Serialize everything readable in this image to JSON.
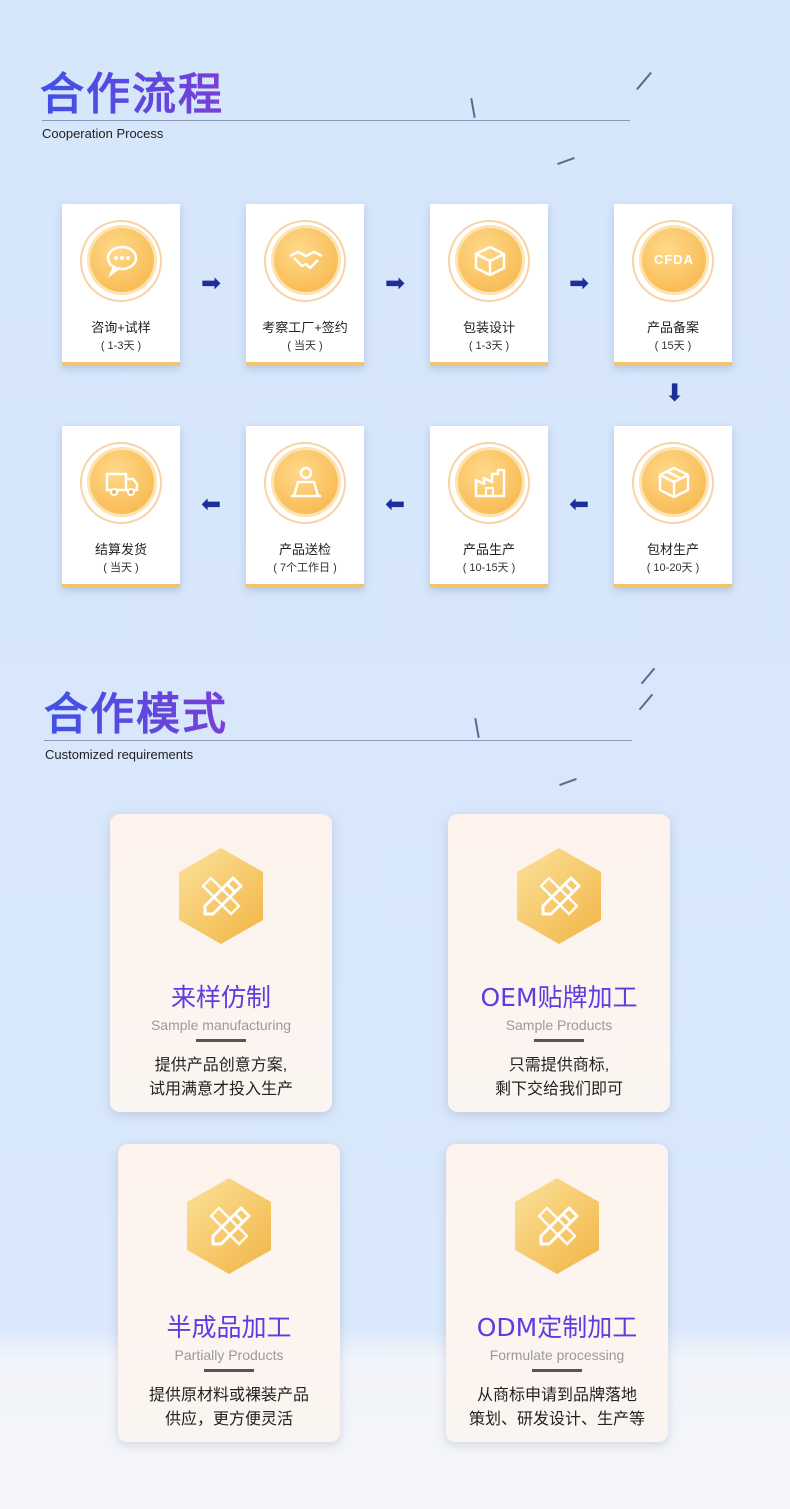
{
  "section1": {
    "title": "合作流程",
    "subtitle": "Cooperation Process",
    "steps": [
      {
        "name": "咨询+试样",
        "days": "( 1-3天 )",
        "icon": "chat-bubble-icon"
      },
      {
        "name": "考察工厂+签约",
        "days": "( 当天 )",
        "icon": "handshake-icon"
      },
      {
        "name": "包装设计",
        "days": "( 1-3天 )",
        "icon": "package-box-icon"
      },
      {
        "name": "产品备案",
        "days": "( 15天 )",
        "icon": "cfda-icon",
        "badge": "CFDA"
      },
      {
        "name": "包材生产",
        "days": "( 10-20天 )",
        "icon": "cube-box-icon"
      },
      {
        "name": "产品生产",
        "days": "( 10-15天 )",
        "icon": "factory-icon"
      },
      {
        "name": "产品送检",
        "days": "( 7个工作日 )",
        "icon": "inspector-icon"
      },
      {
        "name": "结算发货",
        "days": "( 当天 )",
        "icon": "delivery-truck-icon"
      }
    ]
  },
  "section2": {
    "title": "合作模式",
    "subtitle": "Customized requirements",
    "modes": [
      {
        "title": "来样仿制",
        "subtitle": "Sample manufacturing",
        "desc1": "提供产品创意方案,",
        "desc2": "试用满意才投入生产"
      },
      {
        "title": "OEM贴牌加工",
        "subtitle": "Sample Products",
        "desc1": "只需提供商标,",
        "desc2": "剩下交给我们即可"
      },
      {
        "title": "半成品加工",
        "subtitle": "Partially Products",
        "desc1": "提供原材料或裸装产品",
        "desc2": "供应，更方便灵活"
      },
      {
        "title": "ODM定制加工",
        "subtitle": "Formulate processing",
        "desc1": "从商标申请到品牌落地",
        "desc2": "策划、研发设计、生产等"
      }
    ]
  },
  "colors": {
    "accent": "#5b3de0",
    "gold": "#f6b245",
    "arrow": "#1d2e9c"
  }
}
